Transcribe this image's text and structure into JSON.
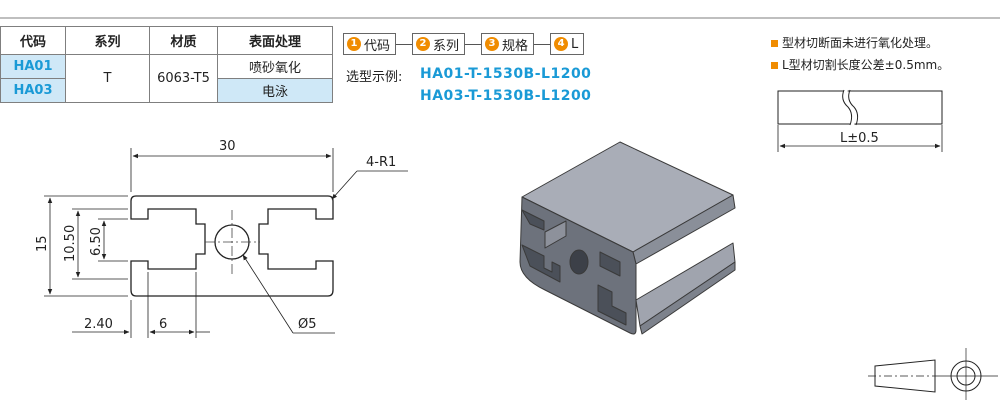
{
  "table": {
    "headers": [
      "代码",
      "系列",
      "材质",
      "表面处理"
    ],
    "codes": [
      "HA01",
      "HA03"
    ],
    "series": "T",
    "material": "6063-T5",
    "finishes": [
      "喷砂氧化",
      "电泳"
    ]
  },
  "ordering": {
    "steps": [
      {
        "num": "1",
        "label": "代码"
      },
      {
        "num": "2",
        "label": "系列"
      },
      {
        "num": "3",
        "label": "规格"
      },
      {
        "num": "4",
        "label": "L"
      }
    ],
    "example_label": "选型示例:",
    "examples": [
      "HA01-T-1530B-L1200",
      "HA03-T-1530B-L1200"
    ]
  },
  "notes": [
    "型材切断面未进行氧化处理。",
    "L型材切割长度公差±0.5mm。"
  ],
  "drawing": {
    "width_dim": "30",
    "radius": "4-R1",
    "height_dim": "15",
    "inner_height": "10.50",
    "slot_height": "6.50",
    "offset1": "2.40",
    "offset2": "6",
    "hole": "Ø5",
    "length_tol": "L±0.5"
  },
  "colors": {
    "accent": "#1a9ad6",
    "orange": "#f08c00",
    "highlight": "#cfe8f7"
  }
}
